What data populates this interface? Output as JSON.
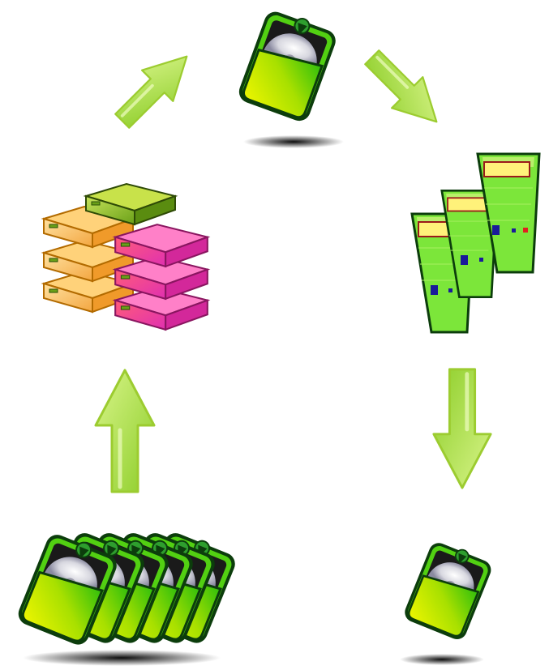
{
  "diagram": {
    "nodes": [
      {
        "id": "single-disc-top",
        "icon": "cd-disc-folder-icon"
      },
      {
        "id": "reports",
        "icon": "report-documents-icon"
      },
      {
        "id": "single-disc-bottom",
        "icon": "cd-disc-folder-icon"
      },
      {
        "id": "disc-stack",
        "icon": "cd-disc-folder-stack-icon"
      },
      {
        "id": "servers",
        "icon": "server-stack-icon"
      }
    ],
    "edges": [
      {
        "from": "servers",
        "to": "single-disc-top",
        "icon": "arrow-up-right-icon"
      },
      {
        "from": "single-disc-top",
        "to": "reports",
        "icon": "arrow-down-right-icon"
      },
      {
        "from": "reports",
        "to": "single-disc-bottom",
        "icon": "arrow-down-icon"
      },
      {
        "from": "disc-stack",
        "to": "servers",
        "icon": "arrow-up-icon"
      }
    ]
  },
  "colors": {
    "arrow_green": "#a6dc3c",
    "folder_green": "#52d012",
    "folder_yellow": "#e8f000",
    "server_orange": "#f3a640",
    "server_pink": "#ee3c9c",
    "report_green": "#7ce63a",
    "report_header": "#fff27a"
  }
}
